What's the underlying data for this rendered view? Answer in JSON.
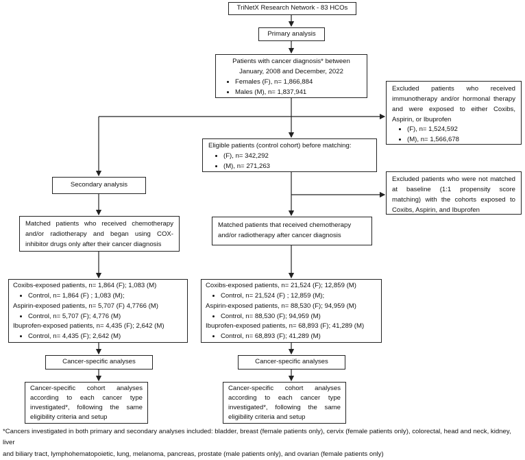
{
  "network": "TriNetX Research Network - 83 HCOs",
  "primary": "Primary analysis",
  "patients": {
    "line1": "Patients with cancer diagnosis* between",
    "line2": "January, 2008 and December, 2022",
    "items": [
      "Females (F), n= 1,866,884",
      "Males (M), n= 1,837,941"
    ]
  },
  "excluded1": {
    "text": "Excluded patients who received immunotherapy and/or hormonal therapy and were exposed to either Coxibs, Aspirin, or Ibuprofen",
    "items": [
      "(F), n= 1,524,592",
      "(M), n= 1,566,678"
    ]
  },
  "eligible": {
    "title": "Eligible patients  (control cohort) before matching:",
    "items": [
      "(F), n= 342,292",
      "(M), n= 271,263"
    ]
  },
  "excluded2": {
    "text": "Excluded patients who were not matched at baseline (1:1 propensity score matching) with the cohorts exposed to Coxibs, Aspirin, and Ibuprofen"
  },
  "secondary": "Secondary analysis",
  "matched_secondary": "Matched patients who received chemotherapy and/or radiotherapy and began using COX-inhibitor drugs only after their cancer diagnosis",
  "matched_primary": "Matched patients that received chemotherapy and/or radiotherapy after cancer diagnosis",
  "left_cohorts": [
    {
      "main": "Coxibs-exposed patients, n=  1,864 (F); 1,083 (M)",
      "control": "Control, n= 1,864 (F) ; 1,083 (M);"
    },
    {
      "main": "Aspirin-exposed patients, n= 5,707 (F) 4,7766 (M)",
      "control": "Control, n= 5,707 (F); 4,776 (M)"
    },
    {
      "main": "Ibuprofen-exposed patients, n= 4,435 (F);  2,642 (M)",
      "control": "Control, n= 4,435 (F); 2,642 (M)"
    }
  ],
  "right_cohorts": [
    {
      "main": "Coxibs-exposed patients, n=  21,524 (F); 12,859 (M)",
      "control": "Control, n= 21,524 (F) ; 12,859 (M);"
    },
    {
      "main": "Aspirin-exposed patients, n= 88,530 (F); 94,959 (M)",
      "control": "Control, n= 88,530 (F); 94,959 (M)"
    },
    {
      "main": "Ibuprofen-exposed patients, n= 68,893 (F);  41,289 (M)",
      "control": "Control, n= 68,893 (F); 41,289 (M)"
    }
  ],
  "cancer_specific": "Cancer-specific analyses",
  "cohort_text": "Cancer-specific cohort analyses according to each cancer type investigated*, following the same eligibility criteria and setup",
  "footnote": {
    "line1": "*Cancers investigated in both primary and secondary analyses included: bladder, breast (female patients only), cervix (female patients only), colorectal, head and neck, kidney, liver",
    "line2": "and biliary tract, lymphohematopoietic, lung, melanoma, pancreas, prostate (male patients only), and ovarian (female patients only)"
  }
}
